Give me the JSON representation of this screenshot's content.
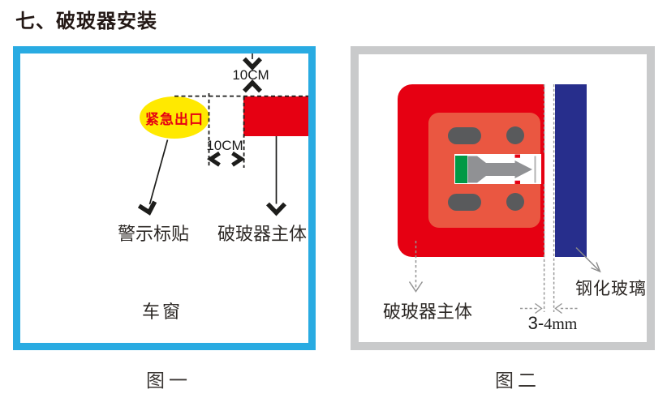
{
  "header": {
    "title": "七、破玻器安装"
  },
  "fig1": {
    "caption": "图一",
    "sign_text": "紧急出口",
    "labels": {
      "warning_sticker": "警示标贴",
      "breaker_body": "破玻器主体",
      "car_window": "车窗"
    },
    "dims": {
      "top": "10CM",
      "side": "10CM"
    }
  },
  "fig2": {
    "caption": "图二",
    "labels": {
      "breaker_body": "破玻器主体",
      "tempered_glass": "钢化玻璃"
    },
    "dims": {
      "gap_min": "3-",
      "gap_max_unit": "4mm"
    }
  },
  "colors": {
    "frame_blue": "#29ABE2",
    "frame_gray": "#C9CACB",
    "device_red": "#E60012",
    "device_salmon": "#EA5741",
    "striker_green": "#009945",
    "glass_navy": "#272E8C",
    "sign_yellow": "#FFE900",
    "sign_text_red": "#E60012",
    "hardware_gray": "#595A5C",
    "spike_gray": "#909194"
  }
}
